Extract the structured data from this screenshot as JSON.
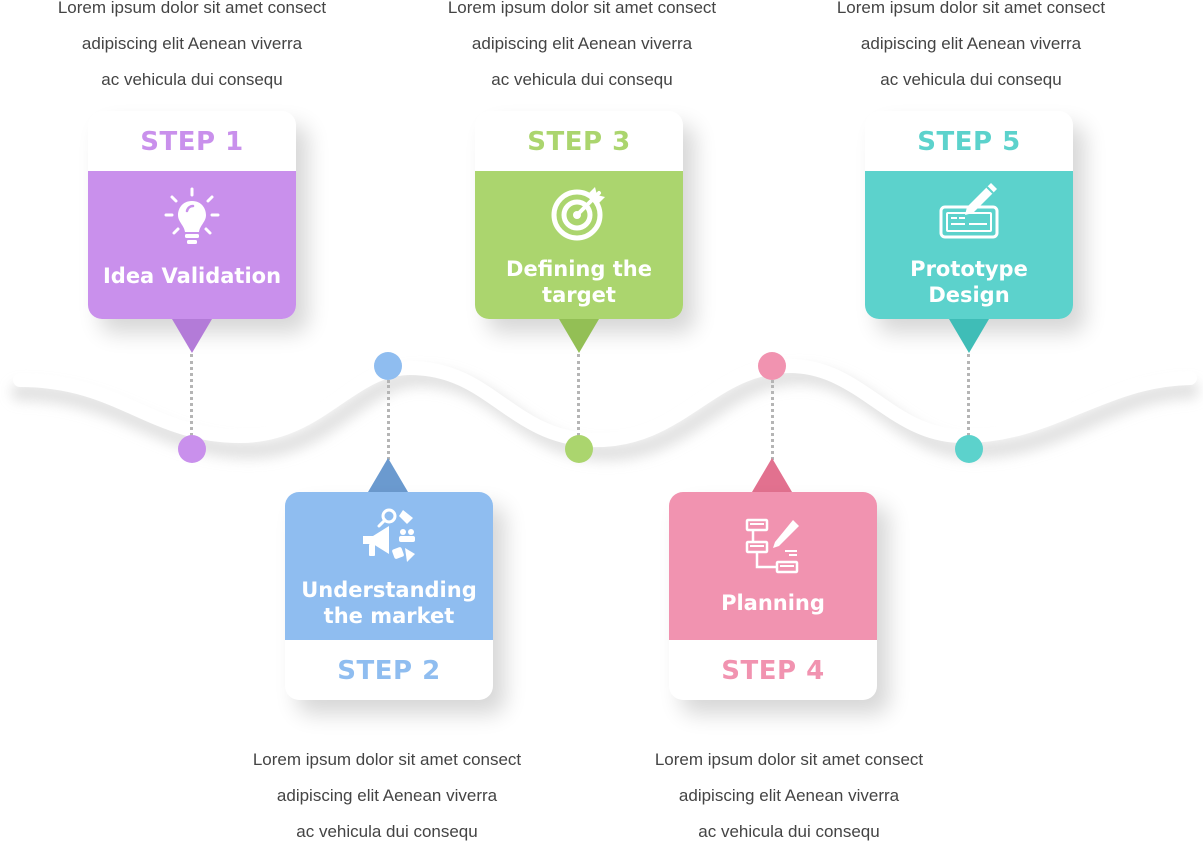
{
  "colors": {
    "step1": "#C990EC",
    "step2": "#8FBDF0",
    "step3": "#ABD56E",
    "step4": "#F193B0",
    "step5": "#5CD2CC"
  },
  "steps": [
    {
      "step_label": "STEP 1",
      "title": "Idea Validation",
      "icon": "lightbulb-icon",
      "description": [
        "Lorem ipsum dolor sit amet consect",
        "adipiscing elit Aenean viverra",
        "ac vehicula dui consequ"
      ]
    },
    {
      "step_label": "STEP 2",
      "title": "Understanding the market",
      "icon": "megaphone-marketing-icon",
      "description": [
        "Lorem ipsum dolor sit amet consect",
        "adipiscing elit Aenean viverra",
        "ac vehicula dui consequ"
      ]
    },
    {
      "step_label": "STEP 3",
      "title": "Defining the target",
      "icon": "target-icon",
      "description": [
        "Lorem ipsum dolor sit amet consect",
        "adipiscing elit Aenean viverra",
        "ac vehicula dui consequ"
      ]
    },
    {
      "step_label": "STEP 4",
      "title": "Planning",
      "icon": "planning-icon",
      "description": [
        "Lorem ipsum dolor sit amet consect",
        "adipiscing elit Aenean viverra",
        "ac vehicula dui consequ"
      ]
    },
    {
      "step_label": "STEP 5",
      "title": "Prototype Design",
      "icon": "prototype-design-icon",
      "description": [
        "Lorem ipsum dolor sit amet consect",
        "adipiscing elit Aenean viverra",
        "ac vehicula dui consequ"
      ]
    }
  ]
}
